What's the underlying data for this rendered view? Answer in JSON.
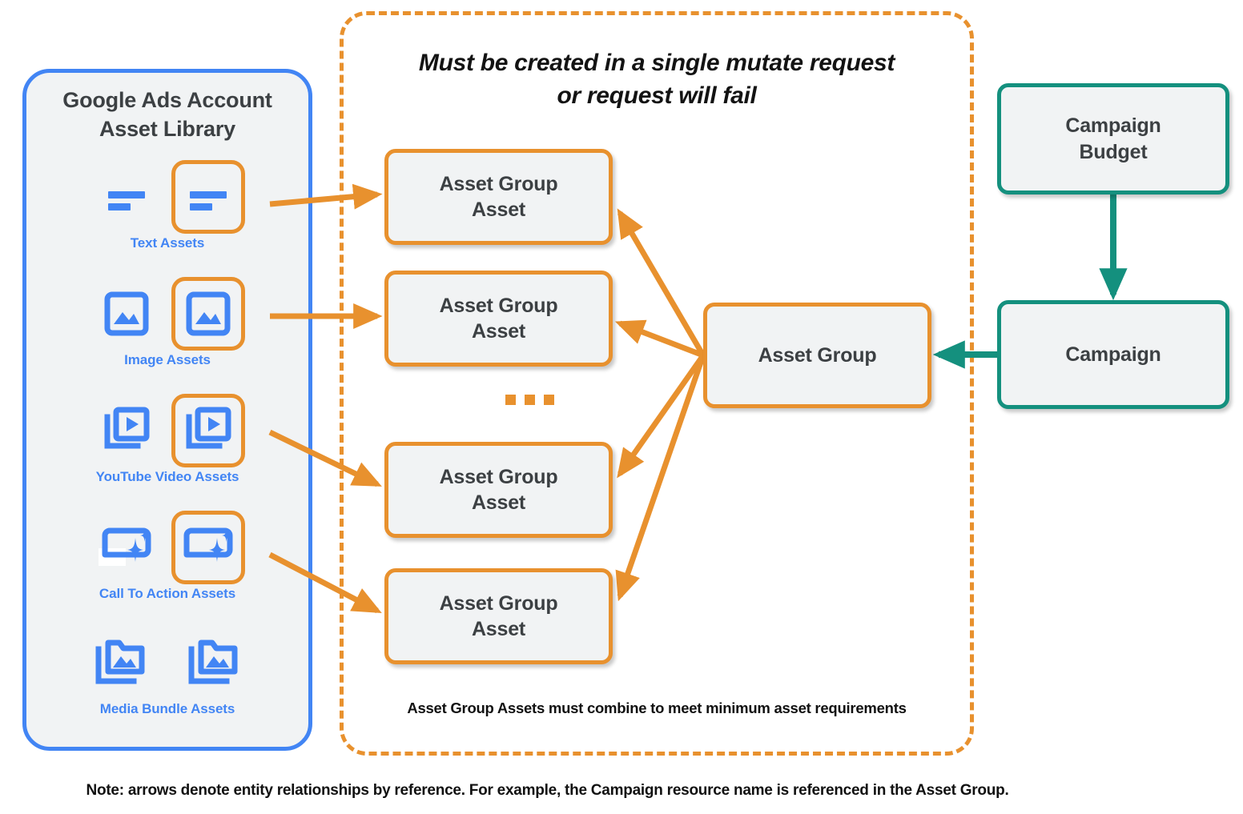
{
  "library": {
    "title": "Google Ads Account\nAsset Library",
    "title_line1": "Google Ads Account",
    "title_line2": "Asset Library",
    "border_color": "#4285F4",
    "fill_color": "#F1F3F4",
    "assets": [
      {
        "caption": "Text Assets",
        "icon": "text-lines-icon",
        "highlighted": true
      },
      {
        "caption": "Image Assets",
        "icon": "image-icon",
        "highlighted": true
      },
      {
        "caption": "YouTube Video  Assets",
        "icon": "video-stack-icon",
        "highlighted": true
      },
      {
        "caption": "Call To Action Assets",
        "icon": "call-to-action-sparkle-icon",
        "highlighted": true
      },
      {
        "caption": "Media Bundle  Assets",
        "icon": "media-bundle-folder-icon",
        "highlighted": false
      }
    ]
  },
  "mutate_container": {
    "title_line1": "Must be created in a single mutate request",
    "title_line2": "or request will fail",
    "footnote": "Asset Group Assets must combine to meet minimum asset requirements",
    "border_color": "#E8912E",
    "border_style": "dashed"
  },
  "nodes": {
    "asset_group_assets": [
      {
        "line1": "Asset Group",
        "line2": "Asset"
      },
      {
        "line1": "Asset Group",
        "line2": "Asset"
      },
      {
        "line1": "Asset Group",
        "line2": "Asset"
      },
      {
        "line1": "Asset Group",
        "line2": "Asset"
      }
    ],
    "ellipsis": "...",
    "asset_group": {
      "label": "Asset Group",
      "color": "#E8912E"
    },
    "campaign_budget": {
      "line1": "Campaign",
      "line2": "Budget",
      "color": "#14907E"
    },
    "campaign": {
      "label": "Campaign",
      "color": "#14907E"
    }
  },
  "note": "Note: arrows denote entity relationships by reference. For example, the Campaign resource name is referenced in the Asset Group.",
  "colors": {
    "orange": "#E8912E",
    "blue": "#4285F4",
    "teal": "#14907E",
    "node_fill": "#F1F3F4",
    "text_dark": "#3C4043"
  }
}
